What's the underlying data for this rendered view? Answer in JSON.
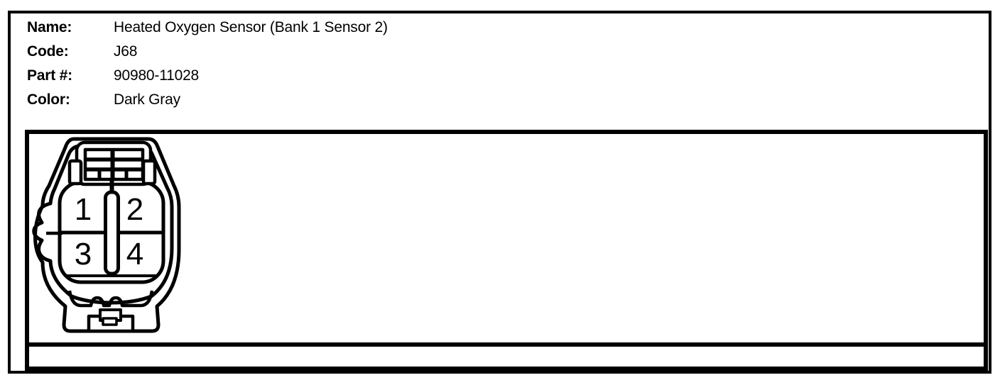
{
  "header": {
    "fields": [
      {
        "label": "Name:",
        "value": "Heated Oxygen Sensor (Bank 1 Sensor 2)"
      },
      {
        "label": "Code:",
        "value": "J68"
      },
      {
        "label": "Part #:",
        "value": "90980-11028"
      },
      {
        "label": "Color:",
        "value": "Dark Gray"
      }
    ]
  },
  "diagram": {
    "description": "Front view of 4-cavity oxygen sensor connector with top latch and center key",
    "pins": [
      {
        "number": "1",
        "position": "top-left"
      },
      {
        "number": "2",
        "position": "top-right"
      },
      {
        "number": "3",
        "position": "bottom-left"
      },
      {
        "number": "4",
        "position": "bottom-right"
      }
    ]
  },
  "colors": {
    "line": "#000000",
    "background": "#ffffff"
  }
}
